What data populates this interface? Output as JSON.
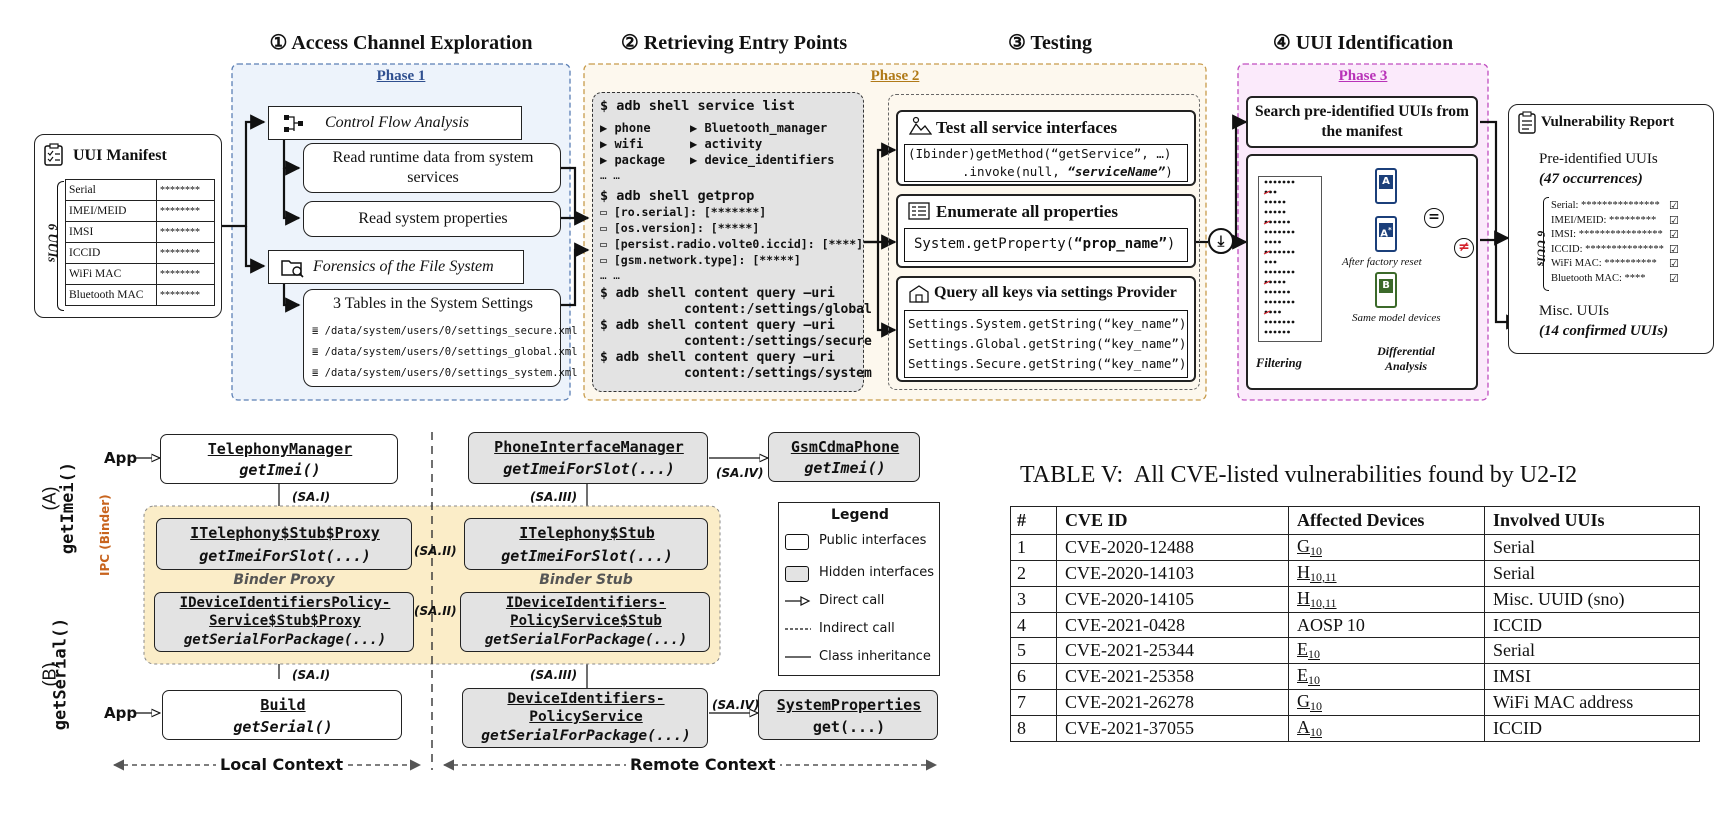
{
  "top": {
    "phase_titles": [
      "① Access Channel Exploration",
      "② Retrieving Entry Points",
      "③ Testing",
      "④ UUI Identification"
    ],
    "phase_tags": [
      "Phase 1",
      "Phase 2",
      "Phase 3"
    ],
    "manifest": {
      "title": "UUI Manifest",
      "side_label": "6 UUIs",
      "rows": [
        {
          "name": "Serial",
          "value": "********"
        },
        {
          "name": "IMEI/MEID",
          "value": "********"
        },
        {
          "name": "IMSI",
          "value": "********"
        },
        {
          "name": "ICCID",
          "value": "********"
        },
        {
          "name": "WiFi MAC",
          "value": "********"
        },
        {
          "name": "Bluetooth MAC",
          "value": "********"
        }
      ]
    },
    "phase1": {
      "cfa": "Control Flow Analysis",
      "runtime": "Read runtime data from system services",
      "sysprops": "Read system properties",
      "forensics": "Forensics of the File System",
      "tables_title": "3 Tables in the System Settings",
      "paths": [
        "/data/system/users/0/settings_secure.xml",
        "/data/system/users/0/settings_global.xml",
        "/data/system/users/0/settings_system.xml"
      ]
    },
    "phase2": {
      "cmd_service": "$ adb shell service list",
      "services_left": [
        "phone",
        "wifi",
        "package"
      ],
      "services_right": [
        "Bluetooth_manager",
        "activity",
        "device_identifiers"
      ],
      "ellipsis": "… …",
      "cmd_getprop": "$ adb shell getprop",
      "props": [
        "[ro.serial]: [*******]",
        "[os.version]: [*****]",
        "[persist.radio.volte0.iccid]: [****]",
        "[gsm.network.type]: [*****]"
      ],
      "cmd_q1": "$ adb shell content query –uri",
      "cmd_q1b": "content:/settings/global",
      "cmd_q2": "$ adb shell content query –uri",
      "cmd_q2b": "content:/settings/secure",
      "cmd_q3": "$ adb shell content query –uri",
      "cmd_q3b": "content:/settings/system"
    },
    "testing": {
      "t1_title": "Test all service interfaces",
      "t1_code1": "(Ibinder)getMethod(“getService”, …)",
      "t1_code2a": ".invoke(null, ",
      "t1_code2b": "“serviceName”",
      "t1_code2c": ")",
      "t2_title": "Enumerate all properties",
      "t2_code_a": "System.getProperty(",
      "t2_code_b": "“prop_name”",
      "t2_code_c": ")",
      "t3_title": "Query all keys via settings Provider",
      "t3_codes": [
        "Settings.System.getString(“key_name”)",
        "Settings.Global.getString(“key_name”)",
        "Settings.Secure.getString(“key_name”)"
      ]
    },
    "phase3": {
      "search": "Search pre-identified UUIs from the manifest",
      "filtering": "Filtering",
      "diff": "Differential Analysis",
      "after_reset": "After factory reset",
      "same_model": "Same model devices",
      "phone_a": "A",
      "phone_a2": "A",
      "phone_a2_sup": "*",
      "phone_b": "B"
    },
    "report": {
      "title": "Vulnerability Report",
      "pre_line1": "Pre-identified UUIs",
      "pre_line2": "(47 occurrences)",
      "side_label": "6 UUIs",
      "items": [
        "Serial: ***************",
        "IMEI/MEID: *********",
        "IMSI: ****************",
        "ICCID: ***************",
        "WiFi MAC: **********",
        "Bluetooth MAC: ****"
      ],
      "misc_line1": "Misc. UUIs",
      "misc_line2": "(14 confirmed UUIs)"
    }
  },
  "bottom": {
    "label_a1": "(A)",
    "label_a2": "getImei()",
    "label_b1": "(B)",
    "label_b2": "getSerial()",
    "ipc": "IPC (Binder)",
    "app": "App",
    "tm_title": "TelephonyManager",
    "tm_method": "getImei()",
    "pim_title": "PhoneInterfaceManager",
    "pim_method": "getImeiForSlot(...)",
    "gsm_title": "GsmCdmaPhone",
    "gsm_method": "getImei()",
    "itp_title": "ITelephony$Stub$Proxy",
    "itp_method": "getImeiForSlot(...)",
    "its_title": "ITelephony$Stub",
    "its_method": "getImeiForSlot(...)",
    "binder_proxy": "Binder Proxy",
    "binder_stub": "Binder Stub",
    "idp_title1": "IDeviceIdentifiersPolicy-",
    "idp_title2": "Service$Stub$Proxy",
    "idp_method": "getSerialForPackage(...)",
    "ids_title1": "IDeviceIdentifiers-",
    "ids_title2": "PolicyService$Stub",
    "ids_method": "getSerialForPackage(...)",
    "build_title": "Build",
    "build_method": "getSerial()",
    "dips_title1": "DeviceIdentifiers-",
    "dips_title2": "PolicyService",
    "dips_method": "getSerialForPackage(...)",
    "sp_title": "SystemProperties",
    "sp_method": "get(...)",
    "sa1": "(SA.I)",
    "sa2": "(SA.II)",
    "sa3": "(SA.III)",
    "sa4": "(SA.IV)",
    "local": "Local Context",
    "remote": "Remote Context",
    "legend": {
      "title": "Legend",
      "items": [
        "Public interfaces",
        "Hidden interfaces",
        "Direct call",
        "Indirect call",
        "Class inheritance"
      ]
    }
  },
  "table": {
    "caption": "TABLE V:  All CVE-listed vulnerabilities found by U2-I2",
    "headers": [
      "#",
      "CVE ID",
      "Affected Devices",
      "Involved UUIs"
    ],
    "rows": [
      {
        "n": "1",
        "cve": "CVE-2020-12488",
        "dev": "G",
        "sub": "10",
        "uui": "Serial"
      },
      {
        "n": "2",
        "cve": "CVE-2020-14103",
        "dev": "H",
        "sub": "10,11",
        "uui": "Serial"
      },
      {
        "n": "3",
        "cve": "CVE-2020-14105",
        "dev": "H",
        "sub": "10,11",
        "uui": "Misc. UUID (sno)"
      },
      {
        "n": "4",
        "cve": "CVE-2021-0428",
        "dev": "AOSP 10",
        "sub": "",
        "uui": "ICCID"
      },
      {
        "n": "5",
        "cve": "CVE-2021-25344",
        "dev": "E",
        "sub": "10",
        "uui": "Serial"
      },
      {
        "n": "6",
        "cve": "CVE-2021-25358",
        "dev": "E",
        "sub": "10",
        "uui": "IMSI"
      },
      {
        "n": "7",
        "cve": "CVE-2021-26278",
        "dev": "G",
        "sub": "10",
        "uui": "WiFi MAC address"
      },
      {
        "n": "8",
        "cve": "CVE-2021-37055",
        "dev": "A",
        "sub": "10",
        "uui": "ICCID"
      }
    ]
  },
  "colors": {
    "phase1_bg": "#edf3fb",
    "phase1_border": "#5b7fb5",
    "phase2_bg": "#fdf8ee",
    "phase2_border": "#c89b4a",
    "phase3_bg": "#fbeafb",
    "phase3_border": "#c04ec0",
    "ipc_bg": "#fbedc8",
    "ipc_label": "#c8641e",
    "hidden_gray": "#e3e3e3"
  }
}
